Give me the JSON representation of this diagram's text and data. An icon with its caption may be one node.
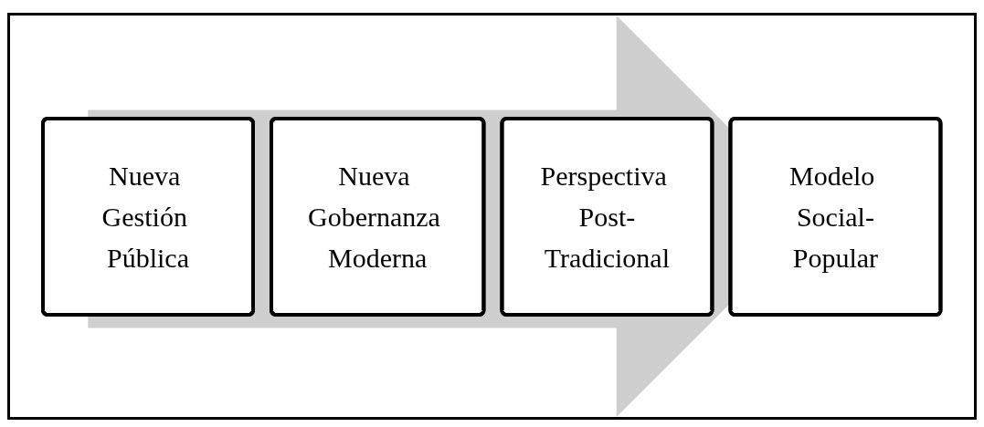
{
  "diagram": {
    "nodes": [
      {
        "text": [
          "Nueva Gestión Pública"
        ]
      },
      {
        "text": [
          "Nueva Gobernanza Moderna"
        ]
      },
      {
        "text": [
          "Perspectiva Post-Tradicional"
        ]
      },
      {
        "text": [
          "Modelo Social-Popular"
        ]
      }
    ],
    "edges": [
      {
        "from": 0,
        "to": 3,
        "arrow": "to"
      }
    ]
  }
}
